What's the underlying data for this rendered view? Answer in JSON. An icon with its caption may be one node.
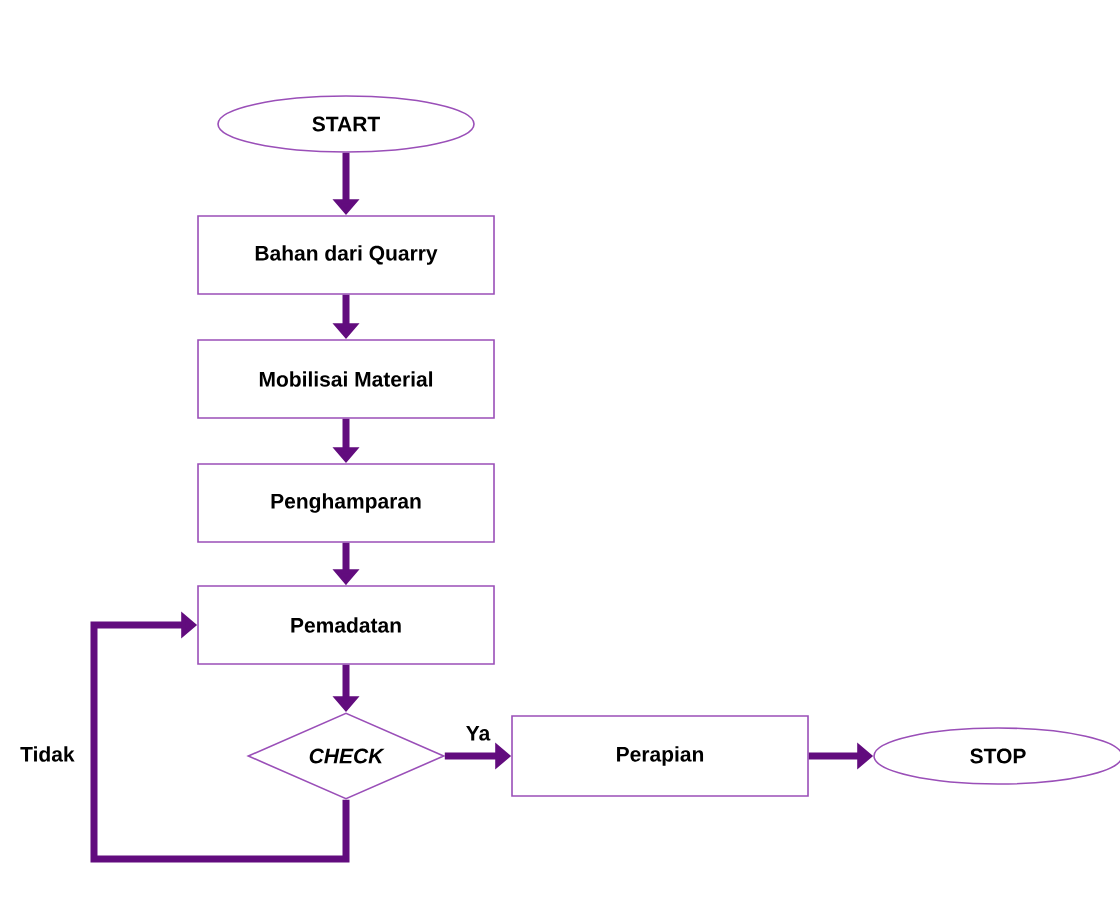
{
  "diagram": {
    "nodes": [
      {
        "text": [
          "START"
        ]
      },
      {
        "text": [
          "Bahan dari Quarry"
        ]
      },
      {
        "text": [
          "Mobilisai Material"
        ]
      },
      {
        "text": [
          "Penghamparan"
        ]
      },
      {
        "text": [
          "Pemadatan"
        ]
      },
      {
        "text": [
          "CHECK"
        ]
      },
      {
        "text": [
          "Perapian"
        ]
      },
      {
        "text": [
          "STOP"
        ]
      }
    ],
    "edges": [
      {
        "from": 0,
        "to": 1,
        "arrow": "to"
      },
      {
        "from": 1,
        "to": 2,
        "arrow": "to"
      },
      {
        "from": 2,
        "to": 3,
        "arrow": "to"
      },
      {
        "from": 3,
        "to": 4,
        "arrow": "to"
      },
      {
        "from": 4,
        "to": 5,
        "arrow": "to"
      },
      {
        "from": 5,
        "to": 6,
        "arrow": "to",
        "label": "Ya"
      },
      {
        "from": 6,
        "to": 7,
        "arrow": "to"
      },
      {
        "from": 5,
        "to": 4,
        "arrow": "to",
        "label": "Tidak"
      }
    ]
  }
}
